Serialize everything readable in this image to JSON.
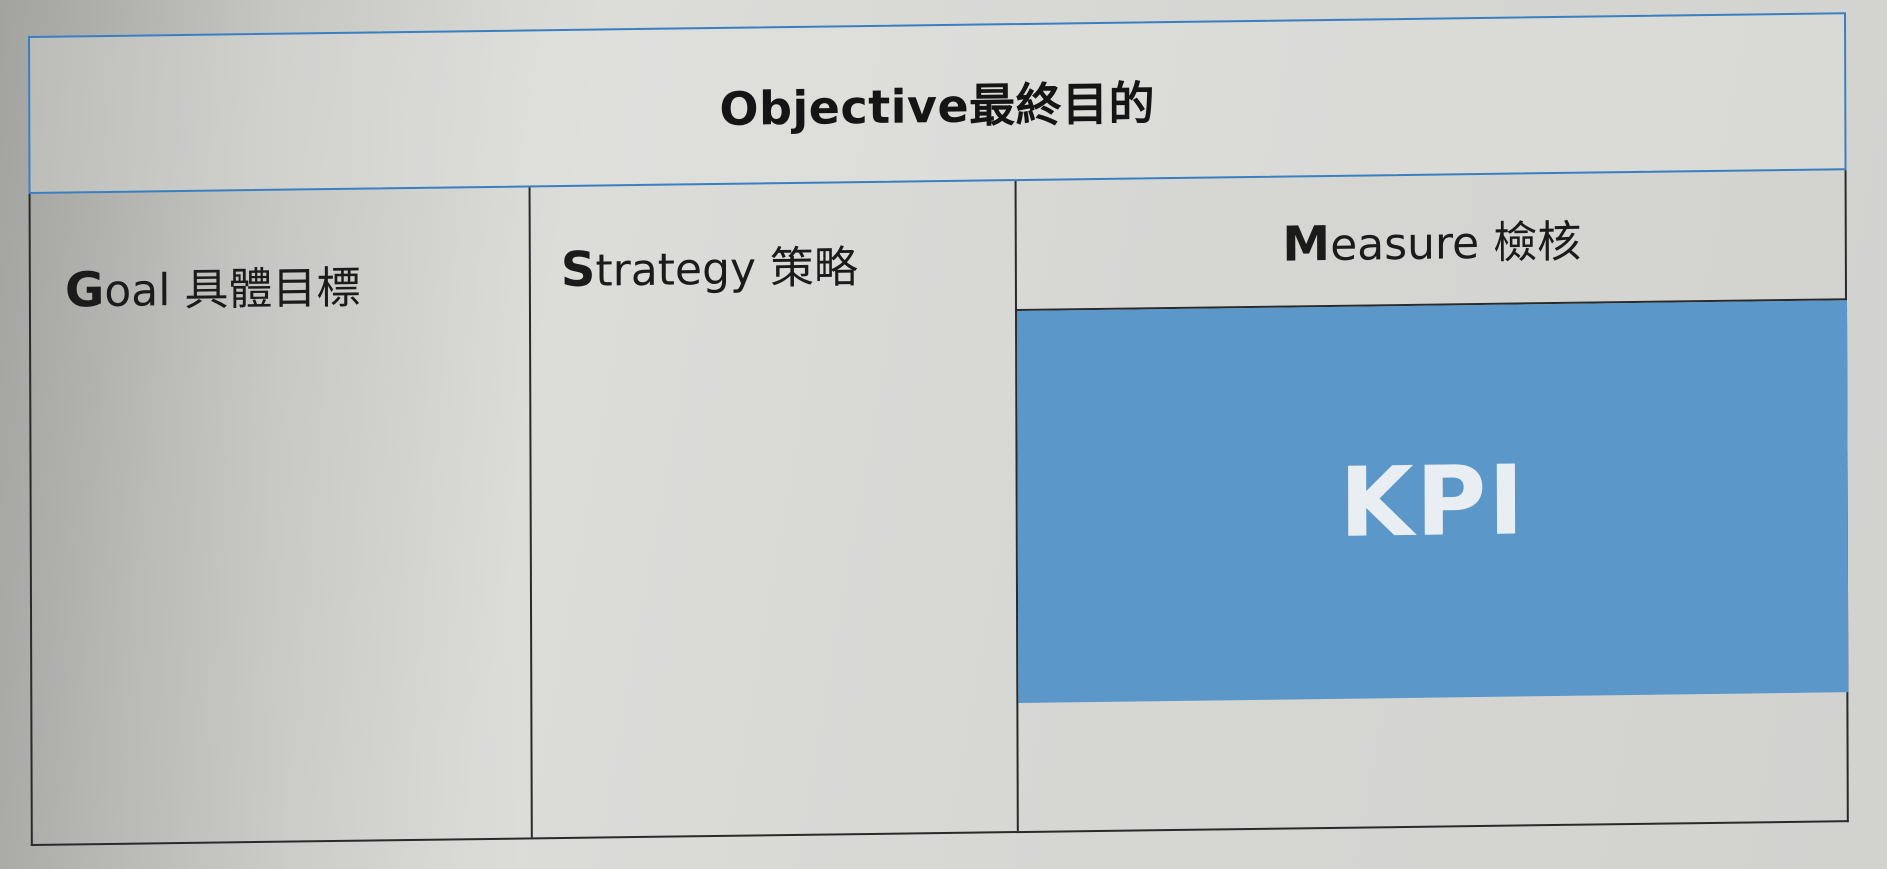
{
  "objective": {
    "label": "Objective最終目的"
  },
  "columns": {
    "goal": {
      "initial": "G",
      "rest": "oal 具體目標"
    },
    "strategy": {
      "initial": "S",
      "rest": "trategy 策略"
    },
    "measure": {
      "initial": "M",
      "rest": "easure 檢核"
    }
  },
  "kpi": {
    "label": "KPI",
    "color": "#5b97c8"
  },
  "colors": {
    "objective_border": "#3a7fbf",
    "grid_line": "#2a2a2a",
    "paper": "#d9d9d6"
  }
}
